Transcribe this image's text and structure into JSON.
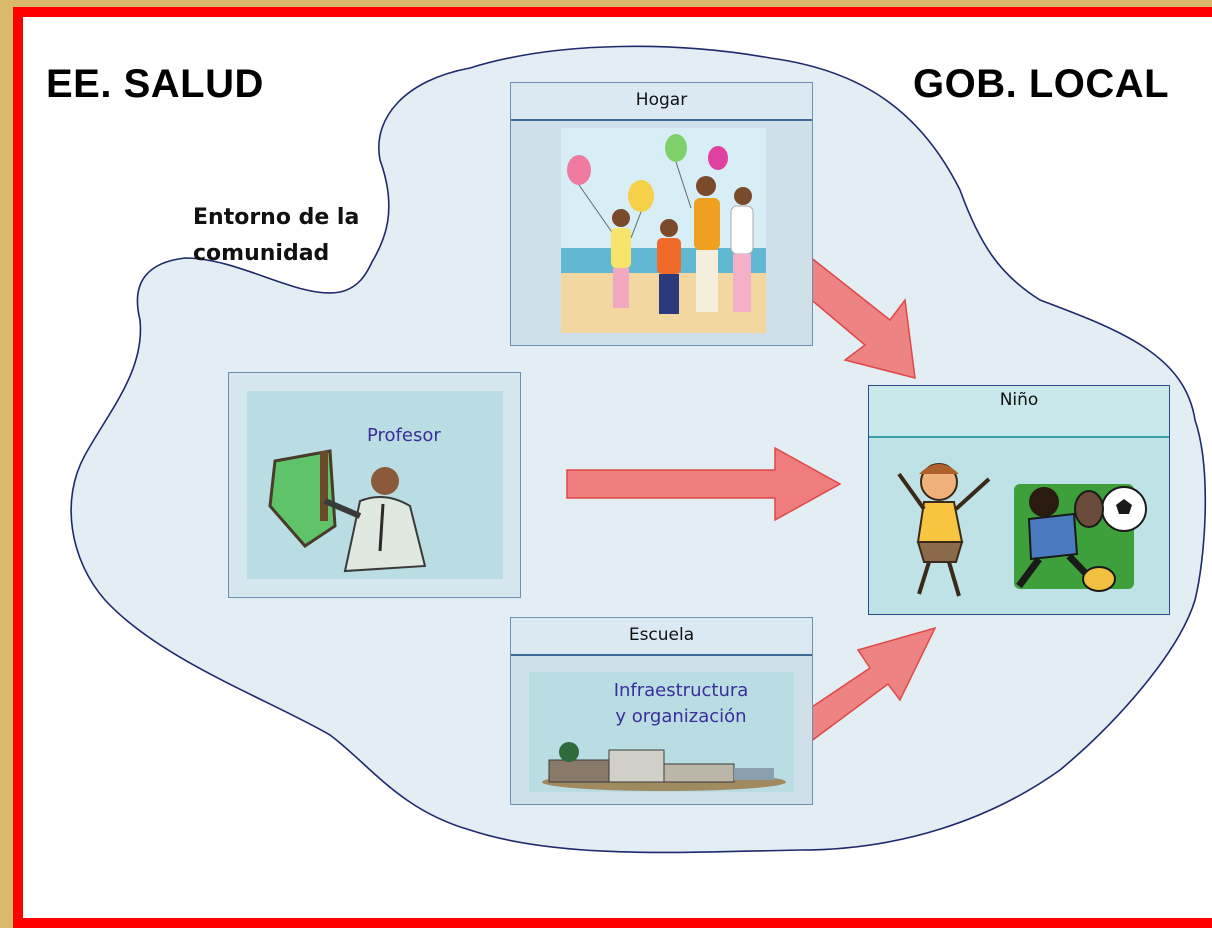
{
  "corner_labels": {
    "left": "EE. SALUD",
    "right": "GOB. LOCAL"
  },
  "community": {
    "line1": "Entorno de la",
    "line2": "comunidad"
  },
  "boxes": {
    "hogar": {
      "title": "Hogar"
    },
    "profesor": {
      "label": "Profesor"
    },
    "escuela": {
      "title": "Escuela",
      "line1": "Infraestructura",
      "line2": "y organización"
    },
    "nino": {
      "title": "Niño"
    }
  },
  "colors": {
    "frame_border": "#ff0000",
    "outer_background": "#d9b96a",
    "cloud_fill": "#e3edf4",
    "cloud_stroke": "#1e2a6b",
    "arrow_fill": "#f07070",
    "box_header_line": "#3e6a98",
    "nino_header_line": "#37a0a8"
  }
}
